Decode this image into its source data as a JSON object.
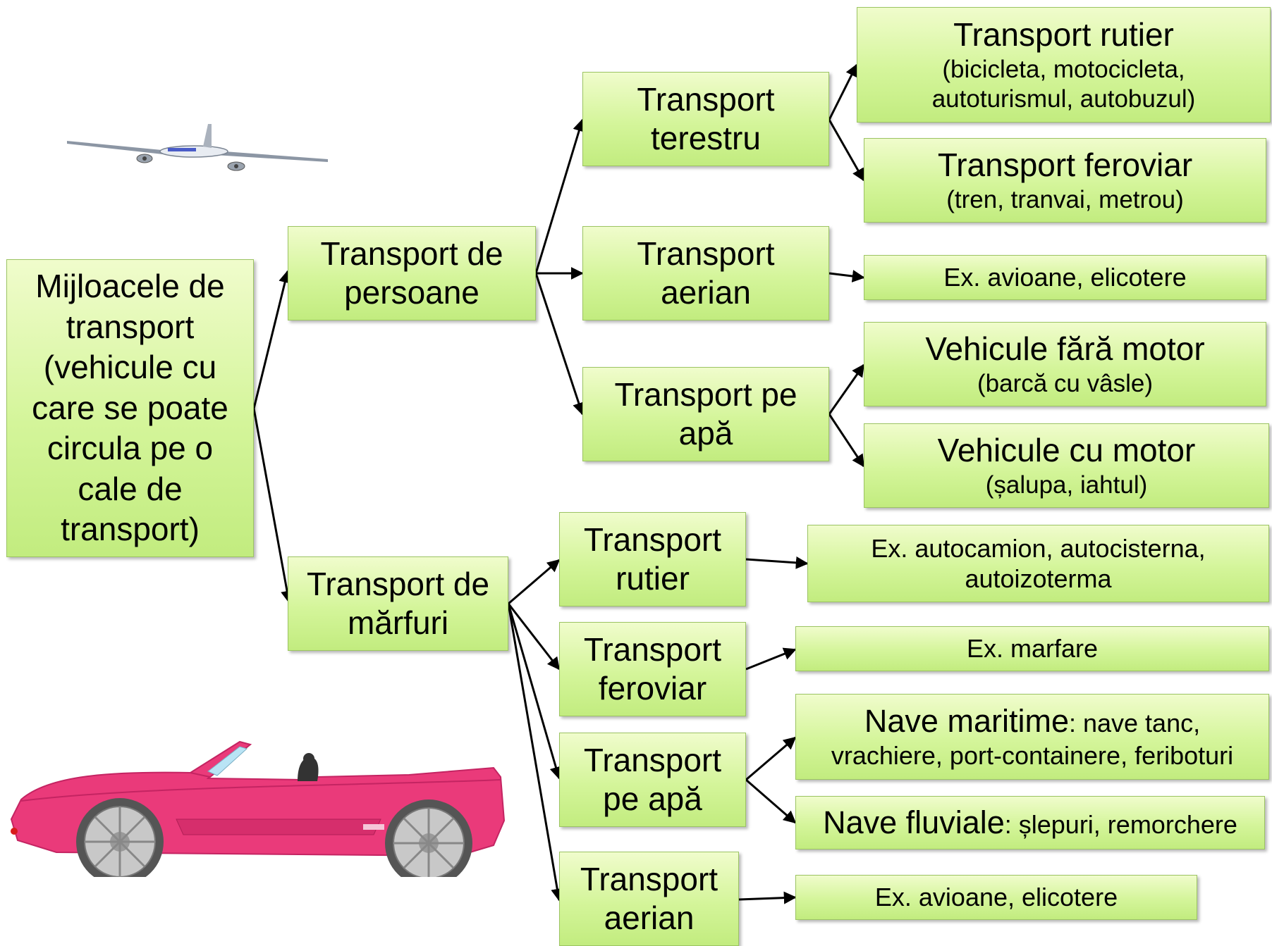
{
  "root": {
    "title": "Mijloacele de transport (vehicule cu care se poate circula pe o cale de transport)"
  },
  "persoane": {
    "label": "Transport de persoane",
    "terestru": {
      "label": "Transport terestru",
      "rutier": {
        "title": "Transport rutier",
        "examples": "(bicicleta, motocicleta, autoturismul, autobuzul)"
      },
      "feroviar": {
        "title": "Transport feroviar",
        "examples": "(tren, tranvai, metrou)"
      }
    },
    "aerian": {
      "label": "Transport aerian",
      "examples": "Ex. avioane, elicotere"
    },
    "apa": {
      "label": "Transport pe apă",
      "fara_motor": {
        "title": "Vehicule fără motor",
        "examples": "(barcă cu vâsle)"
      },
      "cu_motor": {
        "title": "Vehicule cu motor",
        "examples": "(șalupa, iahtul)"
      }
    }
  },
  "marfuri": {
    "label": "Transport de mărfuri",
    "rutier": {
      "label": "Transport rutier",
      "examples": "Ex. autocamion, autocisterna, autoizoterma"
    },
    "feroviar": {
      "label": "Transport feroviar",
      "examples": "Ex. marfare"
    },
    "apa": {
      "label": "Transport pe apă",
      "maritime": {
        "title": "Nave maritime",
        "rest": ": nave tanc, vrachiere, port-containere, feriboturi"
      },
      "fluviale": {
        "title": "Nave fluviale",
        "rest": ": șlepuri, remorchere"
      }
    },
    "aerian": {
      "label": "Transport aerian",
      "examples": "Ex. avioane, elicotere"
    }
  },
  "colors": {
    "box_fill_top": "#f0fccc",
    "box_fill_bottom": "#c2ec7f",
    "box_border": "#9cc463",
    "arrow": "#000000",
    "car_body": "#ea3a7a"
  },
  "icons": {
    "airplane": "airplane-icon",
    "car": "convertible-car-icon"
  }
}
